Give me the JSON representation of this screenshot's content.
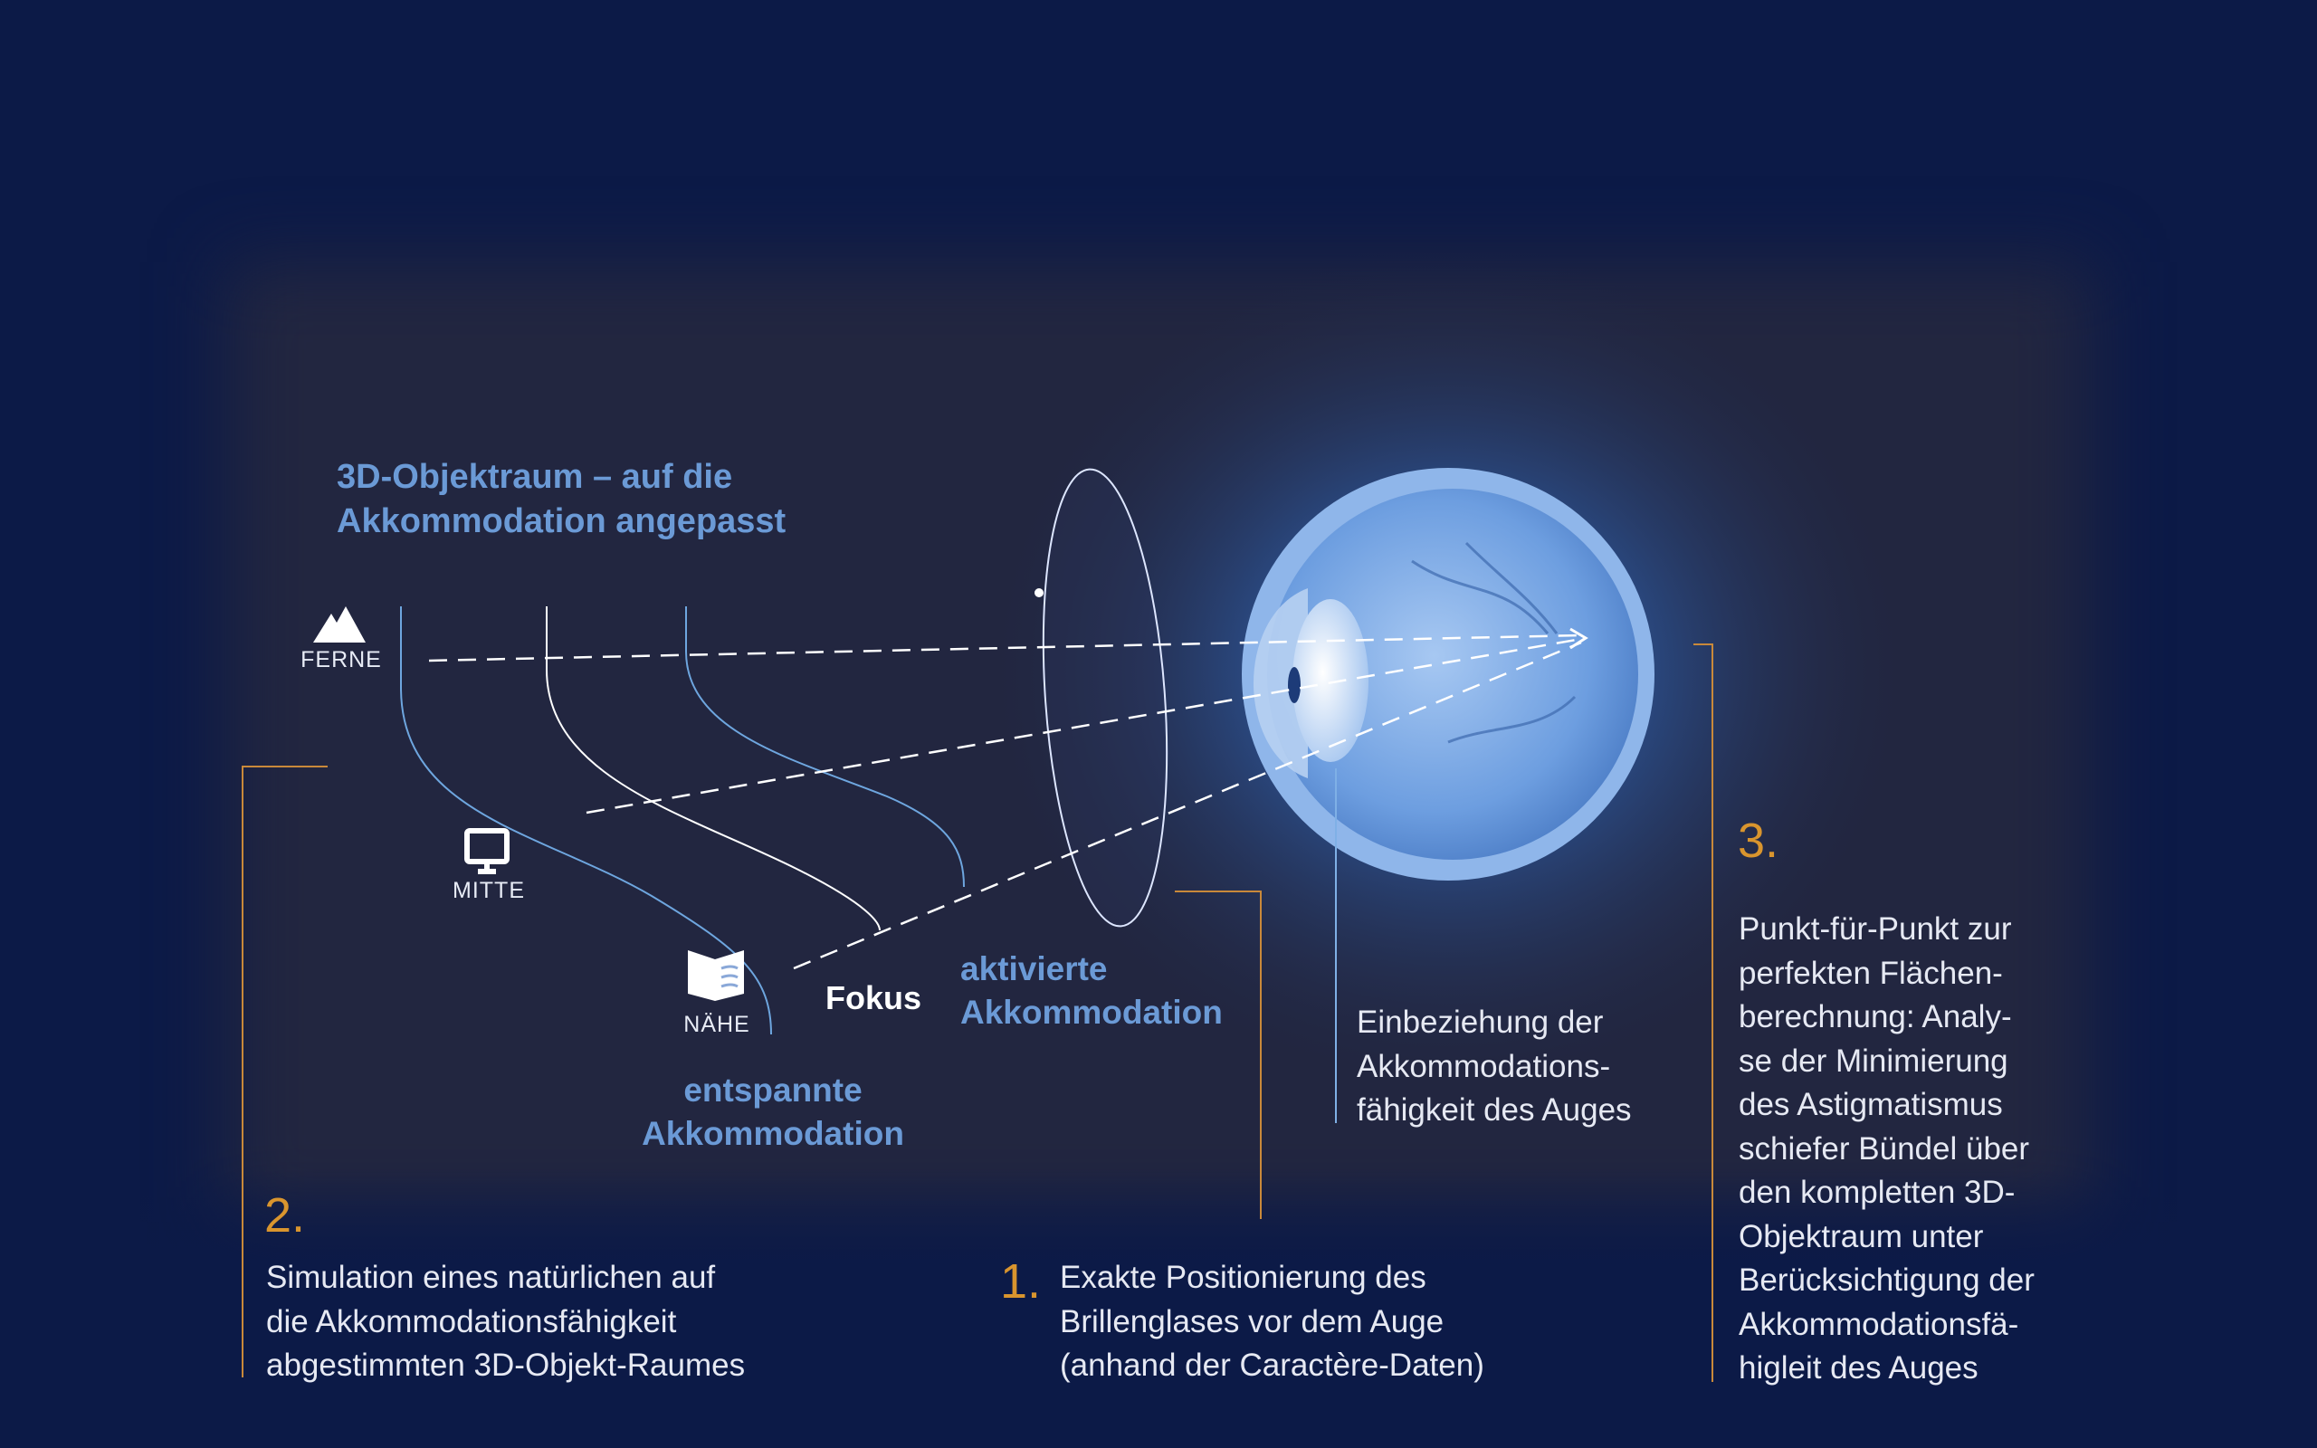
{
  "title": [
    "3D-Objektraum – auf die",
    "Akkommodation angepasst"
  ],
  "distances": {
    "far": "FERNE",
    "mid": "MITTE",
    "near": "NÄHE"
  },
  "icons": {
    "far": "mountain-icon",
    "mid": "monitor-icon",
    "near": "book-icon"
  },
  "focus_label": "Fokus",
  "activated": [
    "aktivierte",
    "Akkommodation"
  ],
  "relaxed": [
    "entspannte",
    "Akkommodation"
  ],
  "eye_caption": [
    "Einbeziehung der",
    "Akkommodations-",
    "fähigkeit des Auges"
  ],
  "steps": [
    {
      "number": "1.",
      "lines": [
        "Exakte Positionierung des",
        "Brillenglases vor dem Auge",
        "(anhand der Caractère-Daten)"
      ]
    },
    {
      "number": "2.",
      "lines": [
        "Simulation eines natürlichen auf",
        "die Akkommodationsfähigkeit",
        "abgestimmten 3D-Objekt-Raumes"
      ]
    },
    {
      "number": "3.",
      "lines": [
        "Punkt-für-Punkt zur",
        "perfekten Flächen-",
        "berechnung: Analy-",
        "se der Minimierung",
        "des Astigmatismus",
        "schiefer Bündel über",
        "den kompletten 3D-",
        "Objektraum unter",
        "Berücksichtigung der",
        "Akkommodationsfä-",
        "higleit des Auges"
      ]
    }
  ],
  "colors": {
    "background": "#0c1a47",
    "panel": "#222640",
    "accent_blue": "#6b9ad6",
    "gold": "#d9952e"
  }
}
